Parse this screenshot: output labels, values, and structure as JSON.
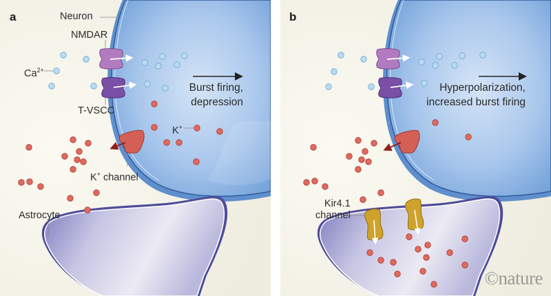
{
  "figure": {
    "publisher_mark": "©nature",
    "colors": {
      "background": "#f8f6ec",
      "neuron": "#6f9fd8",
      "astrocyte": "#7e7bbd",
      "nmdar": "#b37bbf",
      "t_vscc": "#7a4fa6",
      "k_channel": "#d45f55",
      "kir41": "#cfa22c",
      "calcium_ion": "#b9dcf2",
      "potassium_ion": "#e06a5f"
    }
  },
  "panels": [
    {
      "letter": "a",
      "labels": {
        "neuron": "Neuron",
        "nmdar": "NMDAR",
        "calcium": "Ca",
        "calcium_sup": "2+",
        "t_vscc": "T-VSCC",
        "potassium": "K",
        "potassium_sup": "+",
        "k_channel": "K",
        "k_channel_sup": "+",
        "k_channel_rest": " channel",
        "astrocyte": "Astrocyte"
      },
      "outcome": [
        "Burst firing,",
        "depression"
      ]
    },
    {
      "letter": "b",
      "labels": {
        "kir41_line1": "Kir4.1",
        "kir41_line2": "channel"
      },
      "outcome": [
        "Hyperpolarization,",
        "increased burst firing"
      ]
    }
  ]
}
